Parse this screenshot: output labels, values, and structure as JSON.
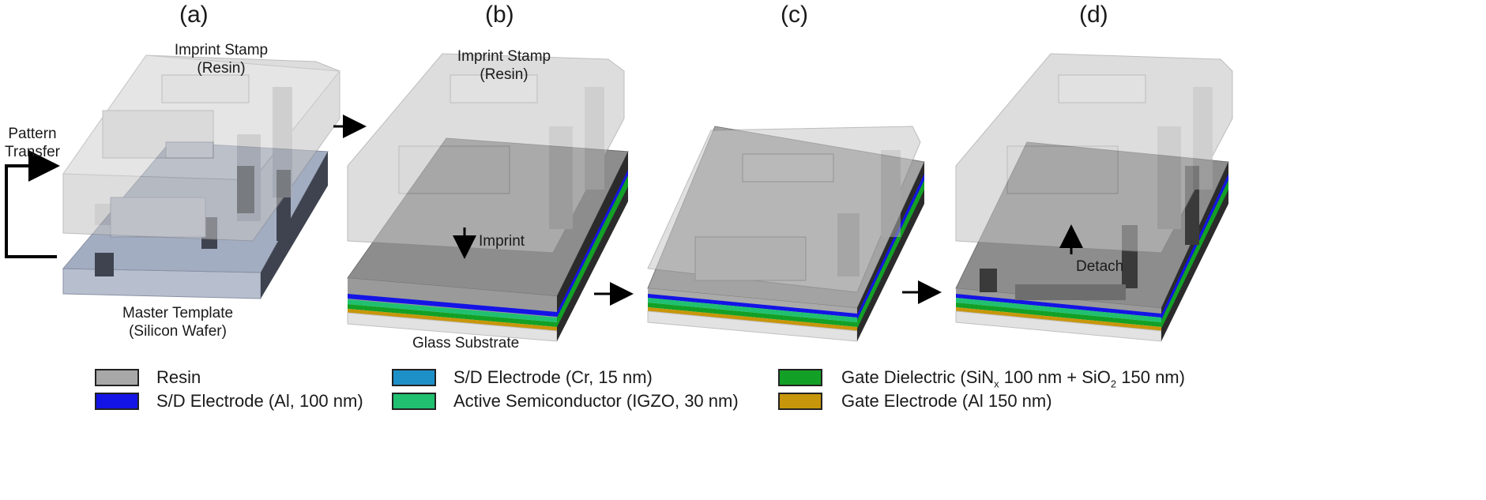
{
  "panels": {
    "a": "(a)",
    "b": "(b)",
    "c": "(c)",
    "d": "(d)"
  },
  "labels": {
    "stamp_a_line1": "Imprint Stamp",
    "stamp_a_line2": "(Resin)",
    "stamp_b_line1": "Imprint Stamp",
    "stamp_b_line2": "(Resin)",
    "pattern_line1": "Pattern",
    "pattern_line2": "Transfer",
    "master_line1": "Master Template",
    "master_line2": "(Silicon Wafer)",
    "imprint": "Imprint",
    "glass": "Glass Substrate",
    "detach": "Detach"
  },
  "legend": {
    "resin": "Resin",
    "sd_al": "S/D Electrode (Al, 100 nm)",
    "sd_cr": "S/D Electrode (Cr, 15 nm)",
    "active": "Active Semiconductor (IGZO, 30 nm)",
    "gate_diel_1": "Gate Dielectric (SiN",
    "gate_diel_sub1": "x",
    "gate_diel_2": " 100 nm + SiO",
    "gate_diel_sub2": "2",
    "gate_diel_3": " 150 nm)",
    "gate_electrode": "Gate Electrode (Al 150 nm)"
  },
  "colors": {
    "resin": "#a8a8a8",
    "sd_al": "#1414e6",
    "sd_cr": "#1e90c8",
    "active": "#20c070",
    "gate_dielectric": "#13a026",
    "gate_electrode": "#c8960a",
    "master_template": "#a9b3c7",
    "glass": "#e2e2e2"
  }
}
